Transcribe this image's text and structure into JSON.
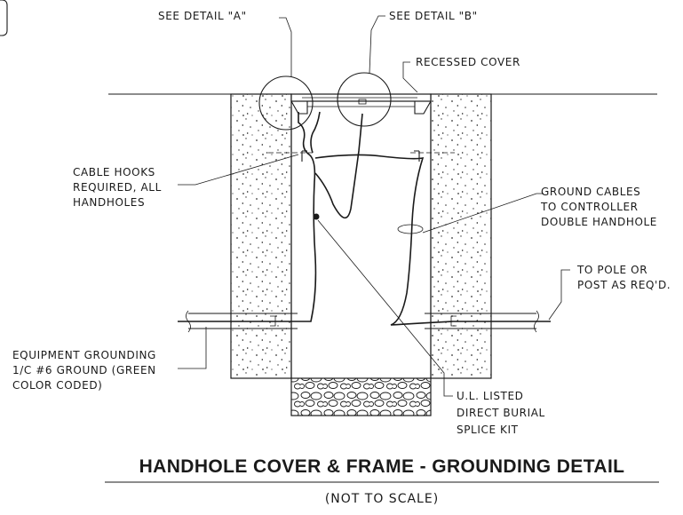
{
  "callouts": {
    "detail_a": "SEE DETAIL \"A\"",
    "detail_b": "SEE DETAIL \"B\"",
    "recessed_cover": "RECESSED COVER",
    "cable_hooks": [
      "CABLE HOOKS",
      "REQUIRED, ALL",
      "HANDHOLES"
    ],
    "ground_cables": [
      "GROUND CABLES",
      "TO CONTROLLER",
      "DOUBLE HANDHOLE"
    ],
    "to_pole": [
      "TO POLE OR",
      "POST AS REQ'D."
    ],
    "equipment_grounding": [
      "EQUIPMENT GROUNDING",
      "1/C #6 GROUND (GREEN",
      "COLOR CODED)"
    ],
    "splice_kit": [
      "U.L. LISTED",
      "DIRECT BURIAL",
      "SPLICE KIT"
    ]
  },
  "title": "HANDHOLE COVER & FRAME - GROUNDING DETAIL",
  "subtitle": "(NOT TO SCALE)"
}
